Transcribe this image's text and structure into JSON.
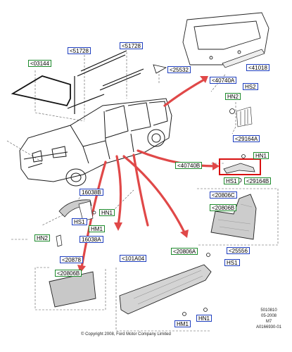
{
  "labels": {
    "l03144": "<03144",
    "l51728a": "<51728",
    "l51728b": "<51728",
    "l25532": "<25532",
    "l40740a": "<40740A",
    "l41018": "<41018",
    "hs2": "HS2",
    "hn2_top": "HN2",
    "l29164a": "<29164A",
    "hn1_right": "HN1",
    "l40740b": "<40740B",
    "hs1_right": "HS1",
    "l29164b": "<29164B",
    "l16038b": "16038B",
    "hn1_mid": "HN1",
    "hs1_mid": "HS1",
    "hm1_mid": "HM1",
    "hn2_left": "HN2",
    "l16038a": "16038A",
    "l20806c": "<20806C",
    "l20806b_right": "<20806B",
    "l25556": "<25556",
    "l20878": "<20878",
    "l20806b_left": "<20806B",
    "l101a04": "<101A04",
    "l20806a": "<20806A",
    "hs1_bottom": "HS1",
    "hm1_bottom": "HM1",
    "hn1_bottom": "HN1"
  },
  "footer": {
    "copyright": "© Copyright 2008, Ford Motor Company Limited",
    "ref_1": "5010810",
    "ref_2": "05-2008",
    "ref_3": "M7",
    "ref_4": "A0166930-01"
  },
  "colors": {
    "label_blue": "#1f3fbf",
    "label_green": "#1d8a2c",
    "arrow_red": "#e04848",
    "highlight_red": "#d81010"
  }
}
